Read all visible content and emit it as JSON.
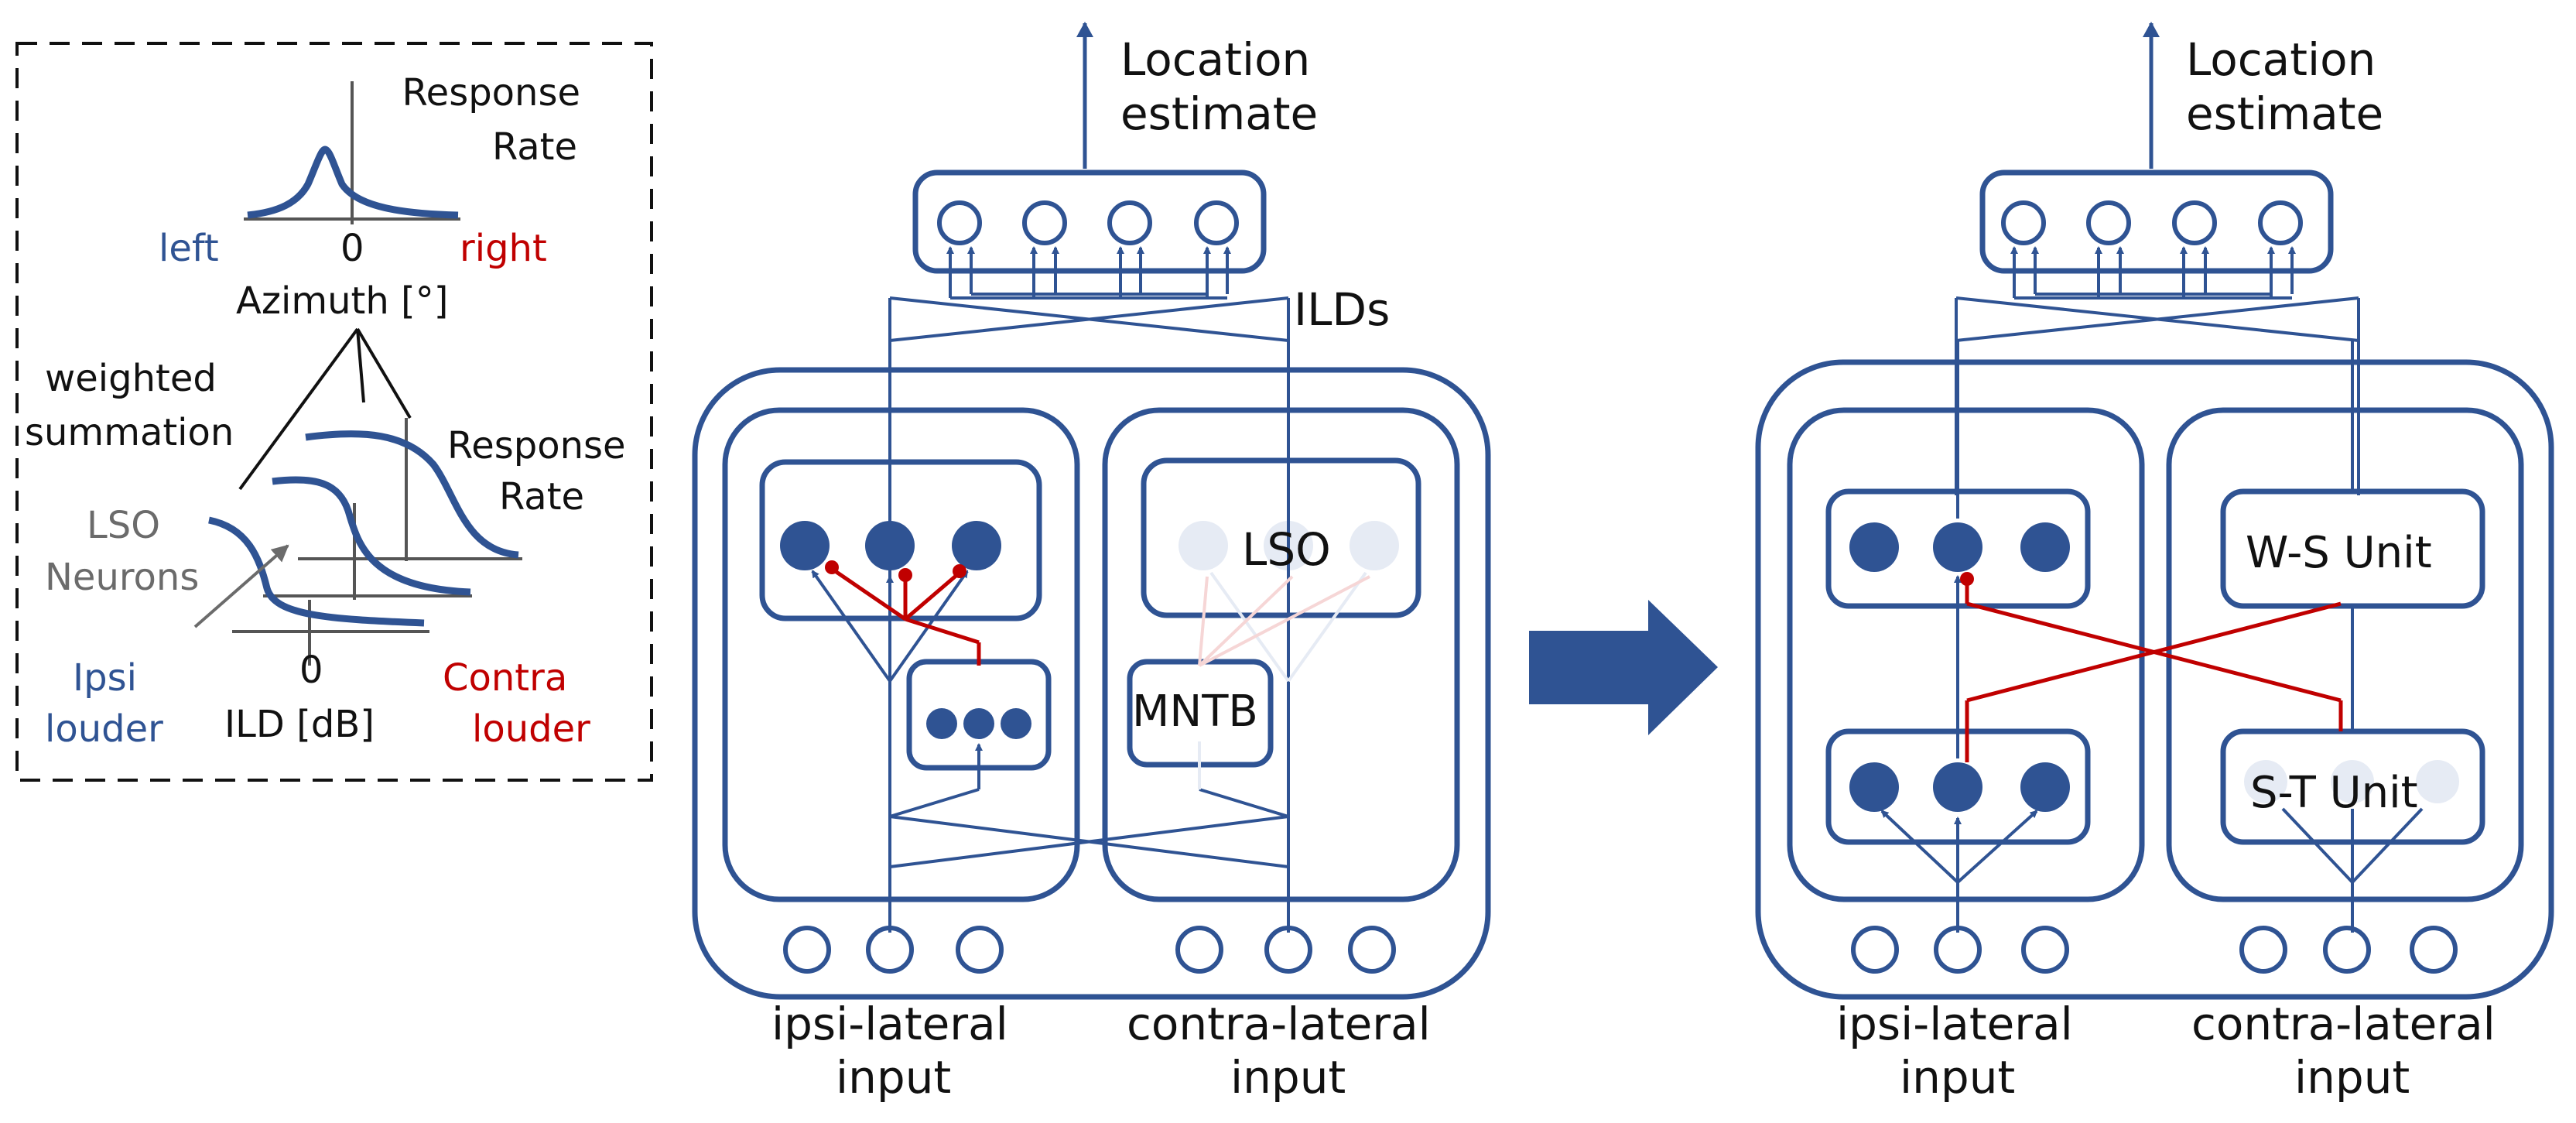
{
  "inset": {
    "top_plot": {
      "ylabel_line1": "Response",
      "ylabel_line2": "Rate",
      "left": "left",
      "zero": "0",
      "right": "right",
      "xlabel": "Azimuth [°]"
    },
    "weighted_line1": "weighted",
    "weighted_line2": "summation",
    "bottom_plot": {
      "ylabel_line1": "Response",
      "ylabel_line2": "Rate",
      "neurons_line1": "LSO",
      "neurons_line2": "Neurons",
      "ipsi_line1": "Ipsi",
      "ipsi_line2": "louder",
      "zero": "0",
      "xlabel": "ILD [dB]",
      "contra_line1": "Contra",
      "contra_line2": "louder"
    }
  },
  "left_model": {
    "output_line1": "Location",
    "output_line2": "estimate",
    "ilds": "ILDs",
    "lso": "LSO",
    "mntb": "MNTB",
    "ipsi_line1": "ipsi-lateral",
    "ipsi_line2": "input",
    "contra_line1": "contra-lateral",
    "contra_line2": "input"
  },
  "right_model": {
    "output_line1": "Location",
    "output_line2": "estimate",
    "ws_unit": "W-S Unit",
    "st_unit": "S-T Unit",
    "ipsi_line1": "ipsi-lateral",
    "ipsi_line2": "input",
    "contra_line1": "contra-lateral",
    "contra_line2": "input"
  },
  "colors": {
    "excitatory": "#2f5393",
    "inhibitory": "#c00000",
    "faded": "#e6ebf4",
    "arrow": "#2f5393"
  }
}
